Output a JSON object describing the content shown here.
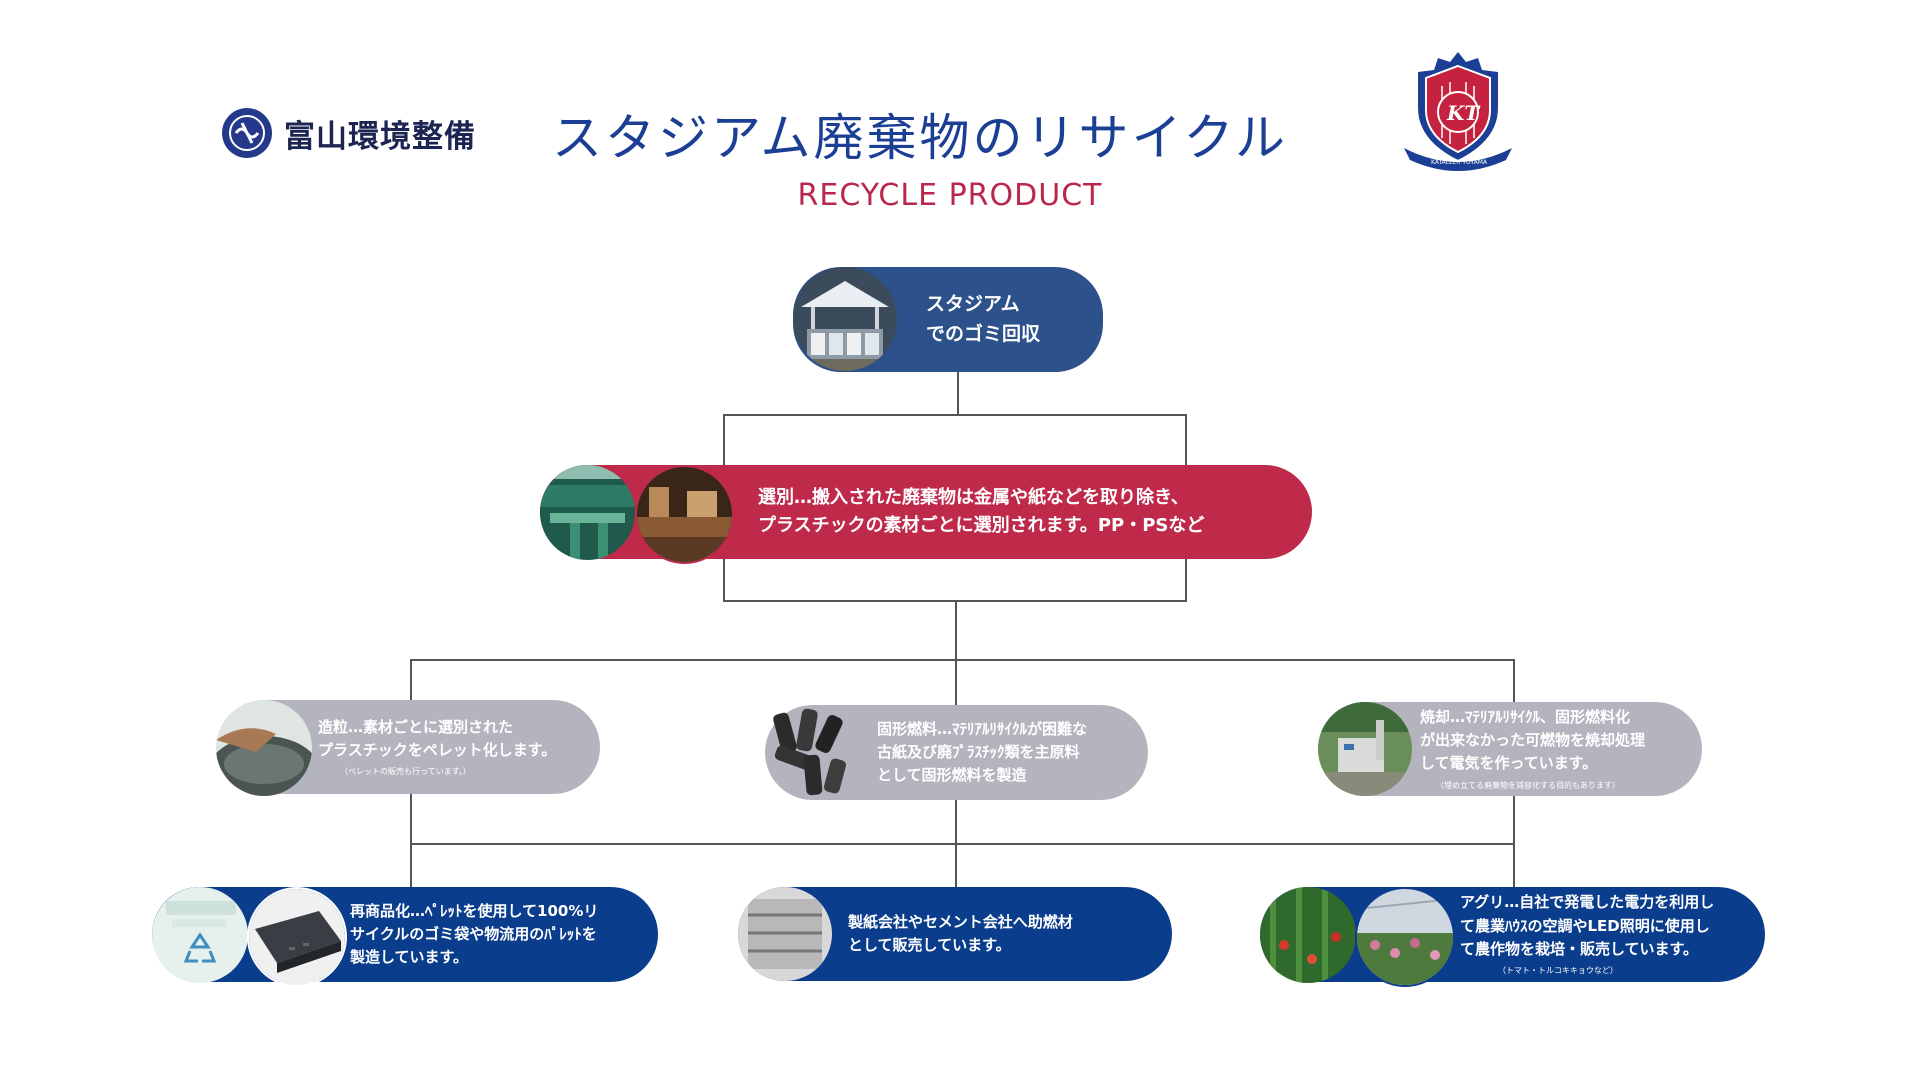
{
  "header": {
    "company_name": "富山環境整備",
    "title": "スタジアム廃棄物のリサイクル",
    "subtitle": "RECYCLE PRODUCT",
    "crest_text": "KATALLER TOYAMA"
  },
  "colors": {
    "title_blue": "#1b3f95",
    "subtitle_red": "#b9284a",
    "top_node": "#2d518a",
    "sort_node": "#bf2a4b",
    "process_node": "#b4b4bf",
    "product_node": "#0b3d8d"
  },
  "nodes": {
    "collection": {
      "line1": "スタジアム",
      "line2": "でのゴミ回収"
    },
    "sorting": {
      "line1": "選別…搬入された廃棄物は金属や紙などを取り除き、",
      "line2": "プラスチックの素材ごとに選別されます。PP・PSなど"
    },
    "pelletizing": {
      "line1": "造粒…素材ごとに選別された",
      "line2": "プラスチックをペレット化します。",
      "note": "（ペレットの販売も行っています。）"
    },
    "solid_fuel": {
      "line1": "固形燃料…ﾏﾃﾘｱﾙﾘｻｲｸﾙが困難な",
      "line2": "古紙及び廃ﾌﾟﾗｽﾁｯｸ類を主原料",
      "line3": "として固形燃料を製造"
    },
    "incineration": {
      "line1": "焼却…ﾏﾃﾘｱﾙﾘｻｲｸﾙ、固形燃料化",
      "line2": "が出来なかった可燃物を焼却処理",
      "line3": "して電気を作っています。",
      "note": "（埋め立てる廃棄物を減容化する目的もあります）"
    },
    "recommercialization": {
      "line1": "再商品化…ﾍﾟﾚｯﾄを使用して100%リ",
      "line2": "サイクルのゴミ袋や物流用のﾊﾟﾚｯﾄを",
      "line3": "製造しています。"
    },
    "fuel_sales": {
      "line1": "製紙会社やセメント会社へ助燃材",
      "line2": "として販売しています。"
    },
    "agri": {
      "line1": "アグリ…自社で発電した電力を利用し",
      "line2": "て農業ﾊｳｽの空調やLED照明に使用し",
      "line3": "て農作物を栽培・販売しています。",
      "note": "（トマト・トルコキキョウなど）"
    }
  },
  "icons": {
    "company_logo": "company-logo-icon",
    "crest": "team-crest-icon",
    "recycle": "recycle-icon"
  }
}
